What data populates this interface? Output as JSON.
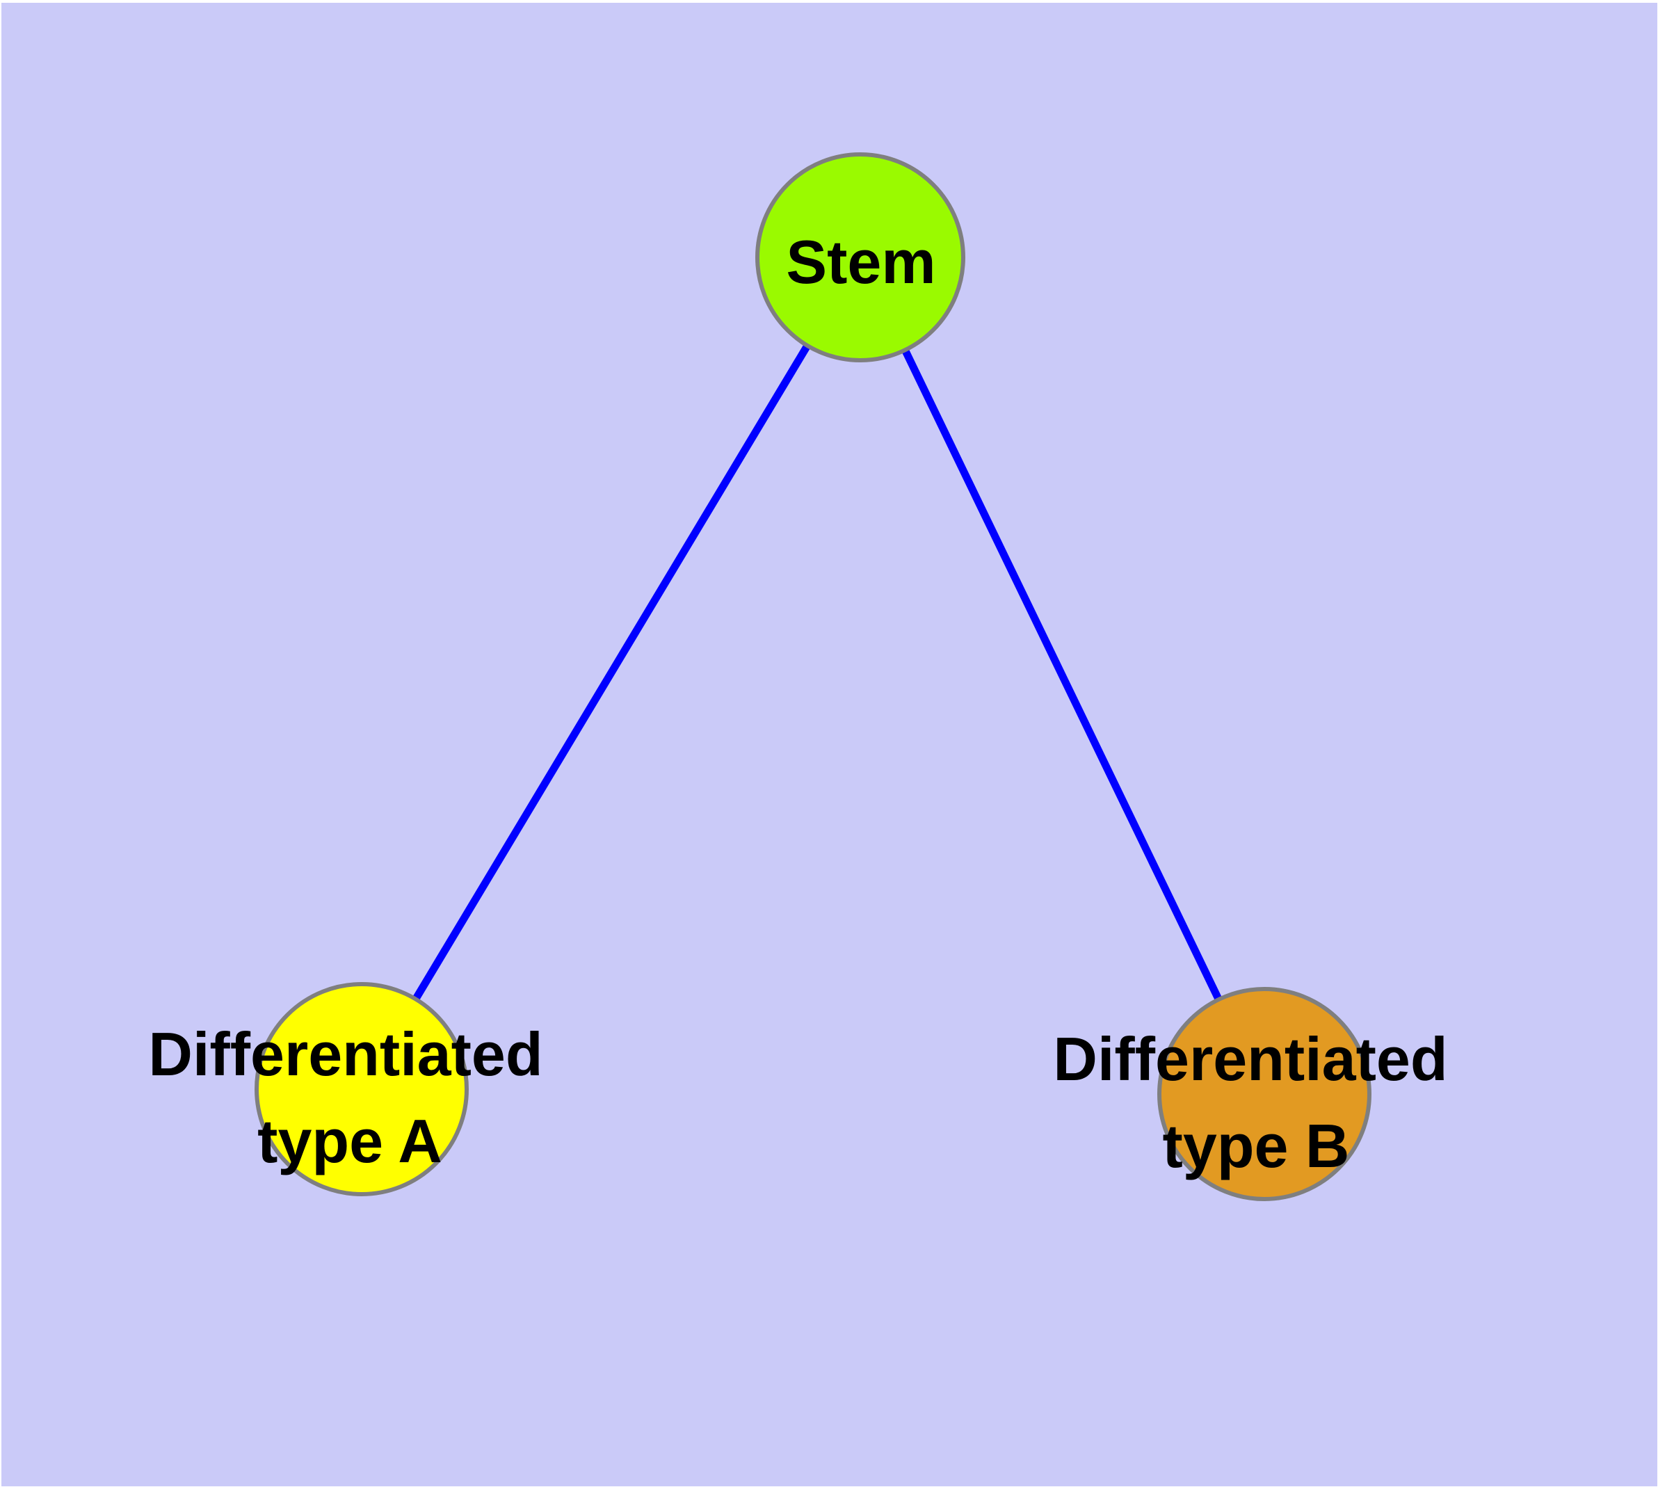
{
  "diagram": {
    "type": "node-link-graph",
    "background_color": "#CACAF8",
    "frame_color": "#FFFFFF",
    "node_border_color": "#7F7F7F",
    "edge_color": "#0000FF",
    "label_color": "#000000",
    "nodes": [
      {
        "id": "stem",
        "label": "Stem",
        "fill": "#9AFA00"
      },
      {
        "id": "differentiated-type-a",
        "label_line1": "Differentiated",
        "label_line2": "type A",
        "fill": "#FFFF00"
      },
      {
        "id": "differentiated-type-b",
        "label_line1": "Differentiated",
        "label_line2": "type B",
        "fill": "#E29A22"
      }
    ],
    "edges": [
      {
        "from": "Stem",
        "to": "Differentiated type A"
      },
      {
        "from": "Stem",
        "to": "Differentiated type B"
      }
    ]
  }
}
